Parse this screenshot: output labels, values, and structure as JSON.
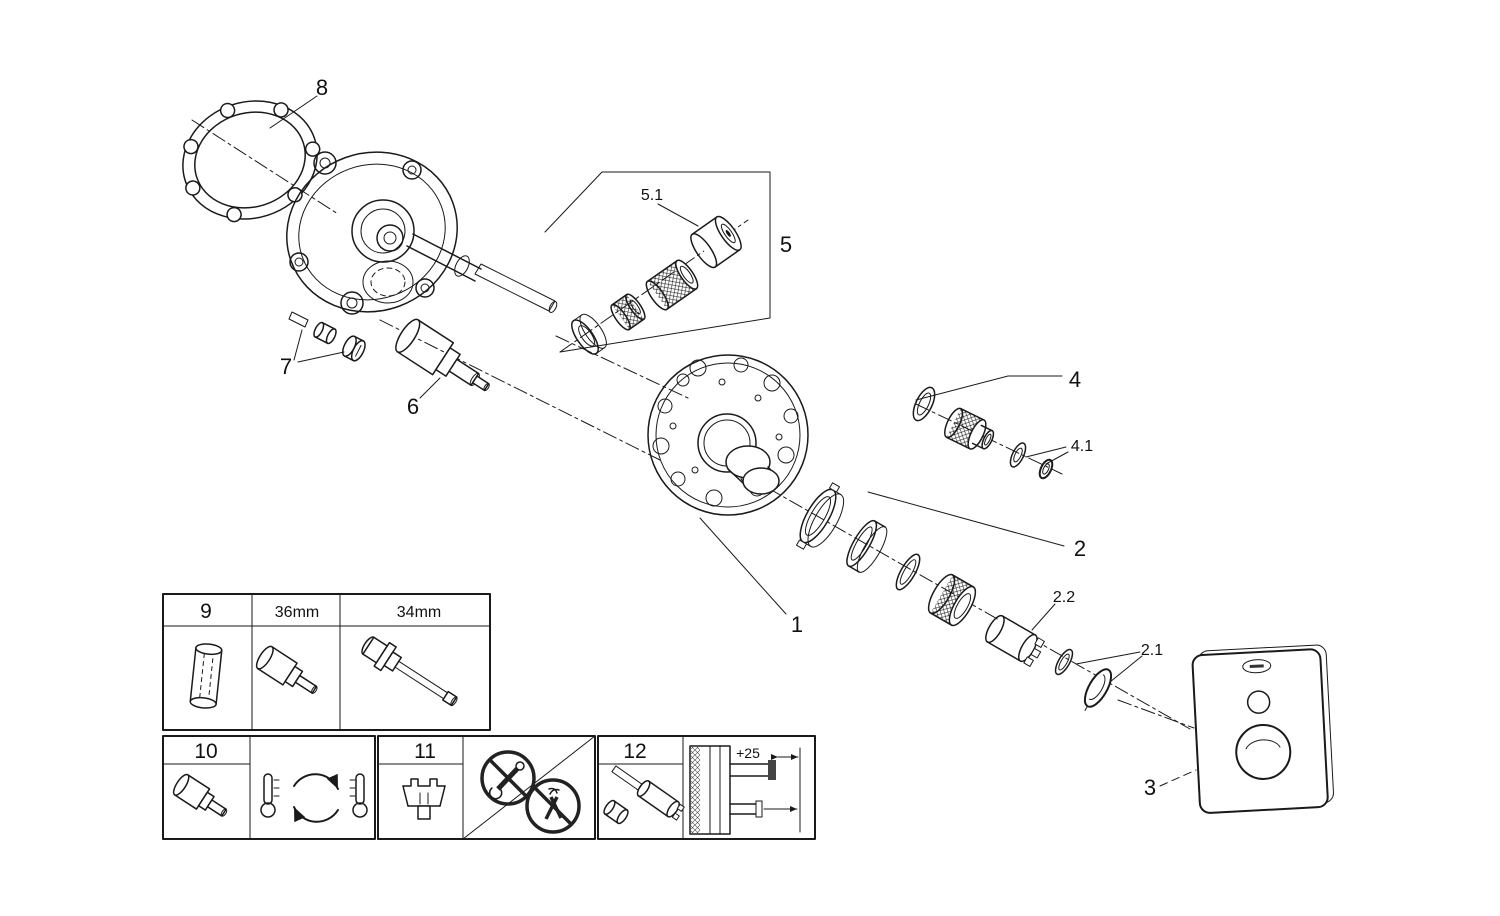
{
  "colors": {
    "line": "#1a1a1a",
    "background": "#ffffff"
  },
  "diagram": {
    "type": "exploded-parts-diagram",
    "labels": {
      "p1": "1",
      "p2": "2",
      "p2_1": "2.1",
      "p2_2": "2.2",
      "p3": "3",
      "p4": "4",
      "p4_1": "4.1",
      "p5": "5",
      "p5_1": "5.1",
      "p6": "6",
      "p7": "7",
      "p8": "8"
    },
    "boxes": {
      "b9": {
        "label": "9",
        "variant_a": "36mm",
        "variant_b": "34mm"
      },
      "b10": {
        "label": "10"
      },
      "b11": {
        "label": "11"
      },
      "b12": {
        "label": "12",
        "dimension": "+25"
      }
    }
  }
}
